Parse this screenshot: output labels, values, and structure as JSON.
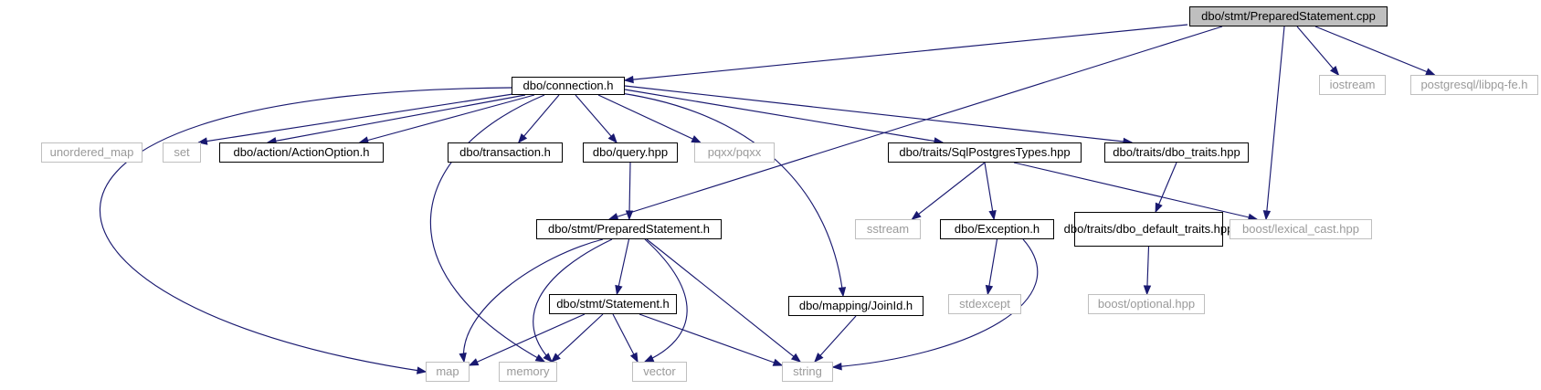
{
  "diagram": {
    "nodes": {
      "root": "dbo/stmt/PreparedStatement.cpp",
      "connection": "dbo/connection.h",
      "iostream": "iostream",
      "libpq": "postgresql/libpq-fe.h",
      "unordered_map": "unordered_map",
      "set": "set",
      "action": "dbo/action/ActionOption.h",
      "transaction": "dbo/transaction.h",
      "query": "dbo/query.hpp",
      "pqxx": "pqxx/pqxx",
      "sqlpg": "dbo/traits/SqlPostgresTypes.hpp",
      "dbotraits": "dbo/traits/dbo_traits.hpp",
      "prepared": "dbo/stmt/PreparedStatement.h",
      "sstream": "sstream",
      "exception": "dbo/Exception.h",
      "default_line1": "dbo/traits/dbo_default",
      "default_line2": "_traits.hpp",
      "lexical": "boost/lexical_cast.hpp",
      "statement": "dbo/stmt/Statement.h",
      "joinid": "dbo/mapping/JoinId.h",
      "stdexcept": "stdexcept",
      "optional": "boost/optional.hpp",
      "map": "map",
      "memory": "memory",
      "vector": "vector",
      "string": "string"
    },
    "edges": [
      [
        "root",
        "connection"
      ],
      [
        "root",
        "prepared"
      ],
      [
        "root",
        "iostream"
      ],
      [
        "root",
        "libpq"
      ],
      [
        "root",
        "lexical"
      ],
      [
        "connection",
        "map"
      ],
      [
        "connection",
        "unordered_map"
      ],
      [
        "connection",
        "set"
      ],
      [
        "connection",
        "action"
      ],
      [
        "connection",
        "memory"
      ],
      [
        "connection",
        "transaction"
      ],
      [
        "connection",
        "query"
      ],
      [
        "connection",
        "pqxx"
      ],
      [
        "connection",
        "joinid"
      ],
      [
        "connection",
        "sqlpg"
      ],
      [
        "connection",
        "dbotraits"
      ],
      [
        "query",
        "prepared"
      ],
      [
        "sqlpg",
        "sstream"
      ],
      [
        "sqlpg",
        "exception"
      ],
      [
        "sqlpg",
        "lexical"
      ],
      [
        "dbotraits",
        "default"
      ],
      [
        "default",
        "optional"
      ],
      [
        "prepared",
        "map"
      ],
      [
        "prepared",
        "memory"
      ],
      [
        "prepared",
        "statement"
      ],
      [
        "prepared",
        "vector"
      ],
      [
        "prepared",
        "string"
      ],
      [
        "statement",
        "map"
      ],
      [
        "statement",
        "memory"
      ],
      [
        "statement",
        "vector"
      ],
      [
        "statement",
        "string"
      ],
      [
        "joinid",
        "string"
      ],
      [
        "exception",
        "stdexcept"
      ],
      [
        "exception",
        "string"
      ]
    ]
  }
}
